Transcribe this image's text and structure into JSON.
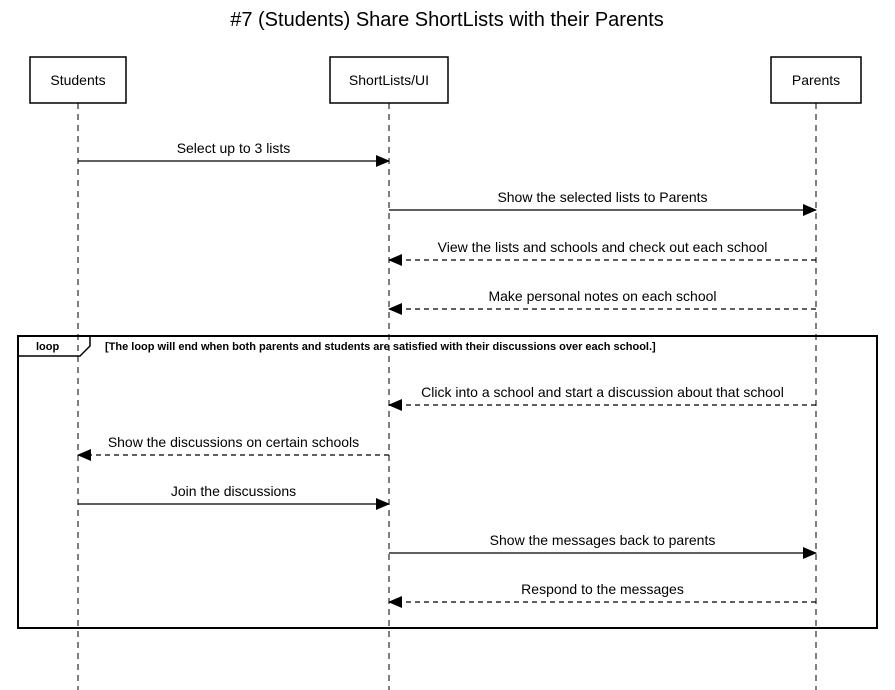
{
  "title": "#7 (Students) Share ShortLists with their Parents",
  "actors": [
    {
      "id": "students",
      "label": "Students"
    },
    {
      "id": "ui",
      "label": "ShortLists/UI"
    },
    {
      "id": "parents",
      "label": "Parents"
    }
  ],
  "messages": [
    {
      "from": "students",
      "to": "ui",
      "label": "Select up to 3 lists",
      "style": "solid"
    },
    {
      "from": "ui",
      "to": "parents",
      "label": "Show the selected lists to Parents",
      "style": "solid"
    },
    {
      "from": "parents",
      "to": "ui",
      "label": "View the lists and schools and check out each school",
      "style": "dashed"
    },
    {
      "from": "parents",
      "to": "ui",
      "label": "Make personal notes on each school",
      "style": "dashed"
    },
    {
      "from": "parents",
      "to": "ui",
      "label": "Click into a school and start a discussion about that school",
      "style": "dashed"
    },
    {
      "from": "ui",
      "to": "students",
      "label": "Show the discussions on certain schools",
      "style": "dashed"
    },
    {
      "from": "students",
      "to": "ui",
      "label": "Join the discussions",
      "style": "solid"
    },
    {
      "from": "ui",
      "to": "parents",
      "label": "Show the messages back to parents",
      "style": "solid"
    },
    {
      "from": "parents",
      "to": "ui",
      "label": "Respond to the messages",
      "style": "dashed"
    }
  ],
  "loop": {
    "tag": "loop",
    "condition": "[The loop will end when both parents and students are satisfied with their discussions over each school.]",
    "first_message": 4,
    "last_message": 8
  }
}
